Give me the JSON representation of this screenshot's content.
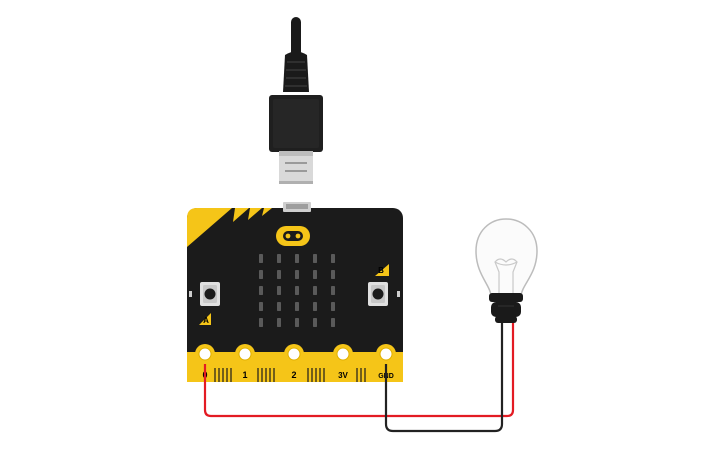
{
  "board": {
    "pins": [
      {
        "label": "0"
      },
      {
        "label": "1"
      },
      {
        "label": "2"
      },
      {
        "label": "3V"
      },
      {
        "label": "GND"
      }
    ],
    "button_a_label": "A",
    "button_b_label": "B",
    "led_matrix": {
      "rows": 5,
      "cols": 5
    }
  },
  "colors": {
    "board": "#1b1b1b",
    "accent": "#f5c518",
    "wire_red": "#e31b23",
    "wire_black": "#222222",
    "usb_cable": "#1a1a1a",
    "connector_metal": "#c8c8c8"
  },
  "icons": [
    "usb-cable-icon",
    "microbit-logo-icon",
    "light-bulb-icon"
  ]
}
